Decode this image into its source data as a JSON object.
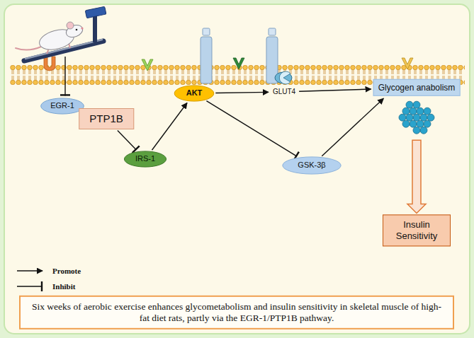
{
  "diagram": {
    "nodes": [
      {
        "text": [
          "EGR-1"
        ]
      },
      {
        "text": [
          "PTP1B"
        ]
      },
      {
        "text": [
          "IRS-1"
        ]
      },
      {
        "text": [
          "AKT"
        ]
      },
      {
        "text": [
          "GLUT4"
        ]
      },
      {
        "text": [
          "GSK-3β"
        ]
      },
      {
        "text": [
          "Glycogen anabolism"
        ]
      },
      {
        "text": [
          "Insulin Sensitivity"
        ]
      },
      {
        "text": [
          "Six weeks of aerobic exercise enhances glycometabolism and insulin sensitivity in skeletal muscle of high-fat diet rats, partly via the EGR-1/PTP1B pathway."
        ]
      }
    ],
    "edges": [
      {
        "from": 1,
        "to": 2,
        "arrow": "to"
      },
      {
        "from": 2,
        "to": 3,
        "arrow": "to"
      },
      {
        "from": 3,
        "to": 4,
        "arrow": "to"
      },
      {
        "from": 3,
        "to": 5,
        "arrow": "to"
      },
      {
        "from": 4,
        "to": 6,
        "arrow": "to"
      },
      {
        "from": 5,
        "to": 6,
        "arrow": "to"
      },
      {
        "from": 6,
        "to": 7,
        "arrow": "to"
      }
    ],
    "legend": [
      {
        "text": "Promote"
      },
      {
        "text": "Inhibit"
      }
    ]
  }
}
